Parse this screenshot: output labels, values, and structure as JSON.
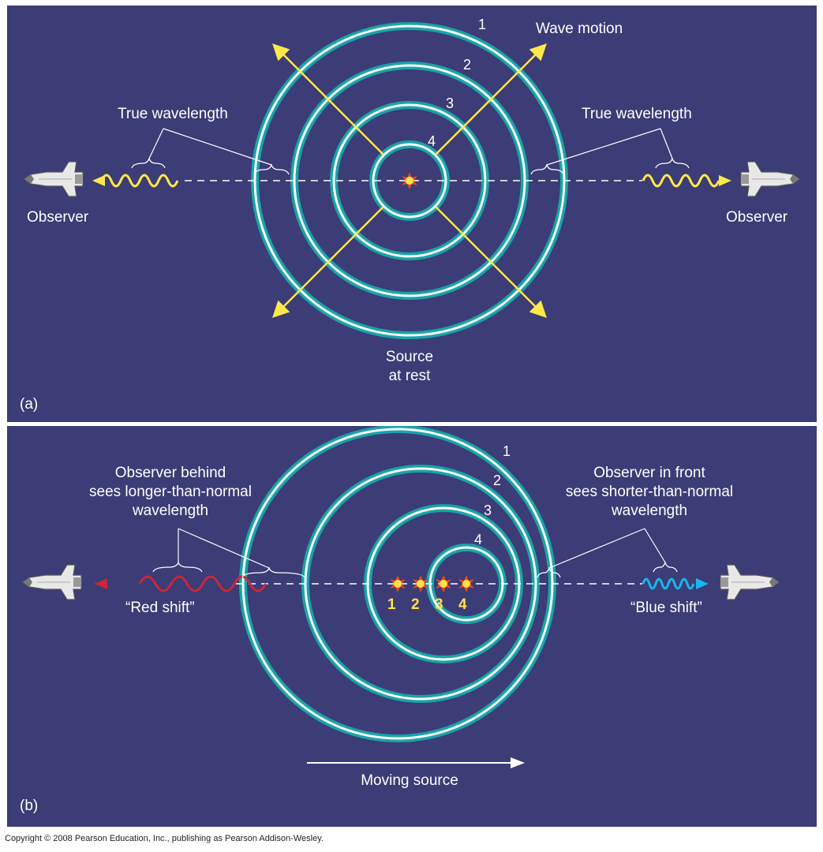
{
  "panel_a": {
    "tag": "(a)",
    "wave_motion": "Wave motion",
    "true_wavelength_left": "True wavelength",
    "true_wavelength_right": "True wavelength",
    "observer_left": "Observer",
    "observer_right": "Observer",
    "source_line1": "Source",
    "source_line2": "at rest",
    "wavefront_numbers": [
      "1",
      "2",
      "3",
      "4"
    ]
  },
  "panel_b": {
    "tag": "(b)",
    "behind_line1": "Observer behind",
    "behind_line2": "sees longer-than-normal",
    "behind_line3": "wavelength",
    "front_line1": "Observer in front",
    "front_line2": "sees shorter-than-normal",
    "front_line3": "wavelength",
    "red_shift": "“Red shift”",
    "blue_shift": "“Blue shift”",
    "moving_source": "Moving source",
    "wavefront_numbers": [
      "1",
      "2",
      "3",
      "4"
    ],
    "source_positions": [
      "1",
      "2",
      "3",
      "4"
    ]
  },
  "copyright": "Copyright © 2008 Pearson Education, Inc., publishing as Pearson Addison-Wesley.",
  "colors": {
    "background": "#3c3c76",
    "wavefront_outer": "#1aa3a8",
    "wavefront_core": "#f4ffff",
    "arrow_yellow": "#ffe84a",
    "red_wave": "#c8283a",
    "blue_wave": "#1ab4ee"
  },
  "icons": [
    "space-shuttle-icon",
    "star-source-icon"
  ]
}
